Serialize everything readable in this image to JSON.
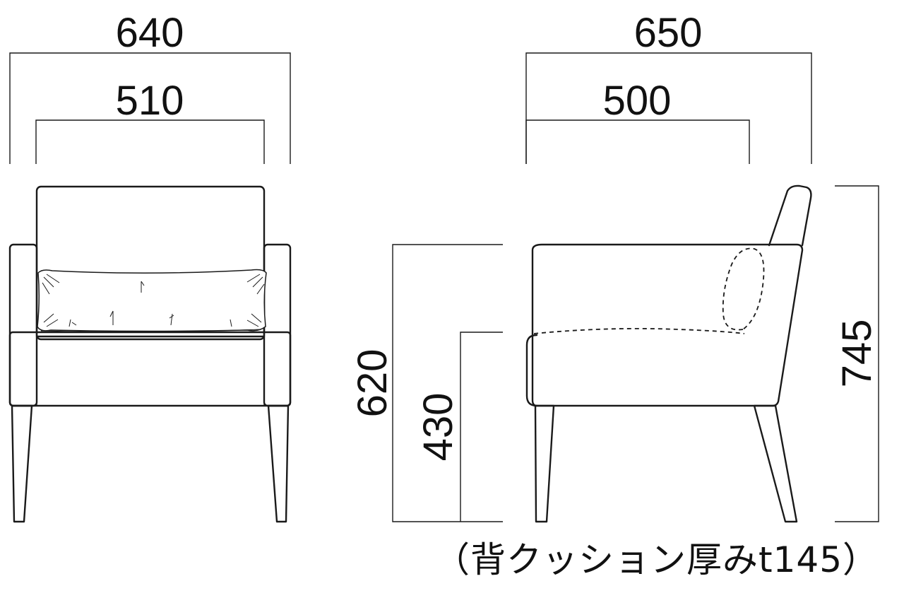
{
  "dimensions": {
    "front": {
      "overall_width": "640",
      "seat_width": "510"
    },
    "side": {
      "overall_depth": "650",
      "seat_depth": "500",
      "overall_height": "745",
      "arm_height": "620",
      "seat_height": "430"
    }
  },
  "note": "（背クッション厚みt145）"
}
